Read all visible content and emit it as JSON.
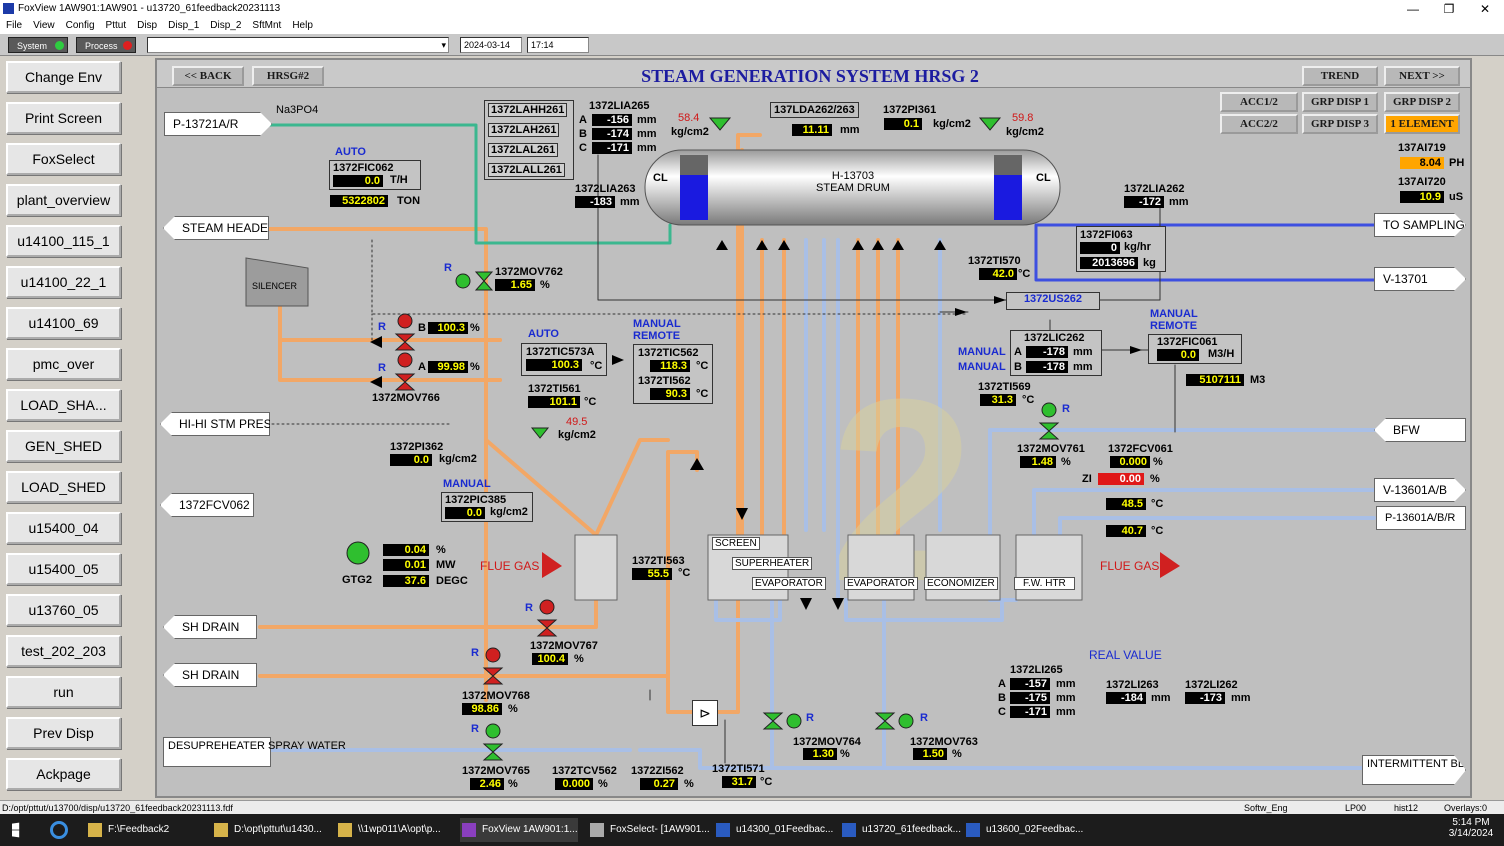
{
  "window": {
    "title": "FoxView 1AW901:1AW901  -  u13720_61feedback20231113",
    "min": "—",
    "max": "❐",
    "close": "✕"
  },
  "menu": [
    "File",
    "View",
    "Config",
    "Pttut",
    "Disp",
    "Disp_1",
    "Disp_2",
    "SftMnt",
    "Help"
  ],
  "toolbar": {
    "system": "System",
    "process": "Process",
    "date": "2024-03-14",
    "time": "17:14"
  },
  "nav": [
    "Change Env",
    "Print Screen",
    "FoxSelect",
    "plant_overview",
    "u14100_115_1",
    "u14100_22_1",
    "u14100_69",
    "pmc_over",
    "LOAD_SHA...",
    "GEN_SHED",
    "LOAD_SHED",
    "u15400_04",
    "u15400_05",
    "u13760_05",
    "test_202_203",
    "run",
    "Prev Disp",
    "Ackpage"
  ],
  "header": {
    "back": "<< BACK",
    "hrsg": "HRSG#2",
    "title": "STEAM GENERATION SYSTEM HRSG 2",
    "trend": "TREND",
    "next": "NEXT >>"
  },
  "grp": {
    "acc12": "ACC1/2",
    "acc22": "ACC2/2",
    "gd1": "GRP DISP 1",
    "gd2": "GRP DISP 2",
    "gd3": "GRP DISP 3",
    "elem": "1 ELEMENT"
  },
  "labels": {
    "p13721": "P-13721A/R",
    "na3po4": "Na3PO4",
    "steam_header": "STEAM HEADER",
    "silencer": "SILENCER",
    "hihi": "HI-HI STM PRESS",
    "fcv062": "1372FCV062",
    "sh_drain1": "SH DRAIN",
    "sh_drain2": "SH DRAIN",
    "desup": "DESUPREHEATER SPRAY WATER",
    "to_sampling": "TO SAMPLING",
    "v13701": "V-13701",
    "bfw": "BFW",
    "v13601": "V-13601A/B",
    "p13601": "P-13601A/B/R",
    "intermittent": "INTERMITTENT BLOW-DOWN",
    "drum": "H-13703\nSTEAM DRUM",
    "cl": "CL",
    "flue_gas": "FLUE GAS",
    "screen": "SCREEN",
    "superheater": "SUPERHEATER",
    "evaporator": "EVAPORATOR",
    "economizer": "ECONOMIZER",
    "fw_htr": "F.W. HTR",
    "real_value": "REAL VALUE",
    "gtg2": "GTG2"
  },
  "alarms": [
    "1372LAHH261",
    "1372LAH261",
    "1372LAL261",
    "1372LALL261"
  ],
  "tags": {
    "lia265": {
      "tag": "1372LIA265",
      "a": "-156",
      "b": "-174",
      "c": "-171",
      "unit": "mm"
    },
    "lda": {
      "tag": "137LDA262/263",
      "val": "11.11",
      "unit": "mm"
    },
    "pi361": {
      "tag": "1372PI361",
      "val": "0.1",
      "unit": "kg/cm2"
    },
    "p584": {
      "val": "58.4",
      "unit": "kg/cm2"
    },
    "p598": {
      "val": "59.8",
      "unit": "kg/cm2"
    },
    "ai719": {
      "tag": "137AI719",
      "val": "8.04",
      "unit": "PH"
    },
    "ai720": {
      "tag": "137AI720",
      "val": "10.9",
      "unit": "uS"
    },
    "fic062": {
      "mode": "AUTO",
      "tag": "1372FIC062",
      "val": "0.0",
      "unit": "T/H",
      "total": "5322802",
      "tunit": "TON"
    },
    "lia263": {
      "tag": "1372LIA263",
      "val": "-183",
      "unit": "mm"
    },
    "lia262": {
      "tag": "1372LIA262",
      "val": "-172",
      "unit": "mm"
    },
    "fi063": {
      "tag": "1372FI063",
      "val": "0",
      "unit": "kg/hr",
      "total": "2013696",
      "tunit": "kg"
    },
    "ti570": {
      "tag": "1372TI570",
      "val": "42.0",
      "unit": "°C"
    },
    "mov762": {
      "tag": "1372MOV762",
      "val": "1.65",
      "unit": "%",
      "r": "R"
    },
    "us262": {
      "tag": "1372US262"
    },
    "mov766": {
      "tag": "1372MOV766",
      "b": "100.3",
      "a": "99.98",
      "unit": "%"
    },
    "tic573": {
      "mode": "AUTO",
      "tag": "1372TIC573A",
      "val": "100.3",
      "unit": "°C"
    },
    "tic562": {
      "mode": "MANUAL\nREMOTE",
      "tag": "1372TIC562",
      "val": "118.3",
      "tag2": "1372TI562",
      "val2": "90.3",
      "unit": "°C"
    },
    "ti561": {
      "tag": "1372TI561",
      "val": "101.1",
      "unit": "°C"
    },
    "p495": {
      "val": "49.5",
      "unit": "kg/cm2"
    },
    "pi362": {
      "tag": "1372PI362",
      "val": "0.0",
      "unit": "kg/cm2"
    },
    "pic385": {
      "mode": "MANUAL",
      "tag": "1372PIC385",
      "val": "0.0",
      "unit": "kg/cm2"
    },
    "lic262": {
      "mode1": "MANUAL",
      "mode2": "MANUAL",
      "tag": "1372LIC262",
      "a": "-178",
      "b": "-178",
      "unit": "mm"
    },
    "fic061": {
      "mode": "MANUAL\nREMOTE",
      "tag": "1372FIC061",
      "val": "0.0",
      "unit": "M3/H",
      "total": "5107111",
      "tunit": "M3"
    },
    "ti569": {
      "tag": "1372TI569",
      "val": "31.3",
      "unit": "°C"
    },
    "mov761": {
      "tag": "1372MOV761",
      "val": "1.48",
      "unit": "%"
    },
    "fcv061": {
      "tag": "1372FCV061",
      "val": "0.000",
      "unit": "%",
      "zi": "ZI",
      "zival": "0.00"
    },
    "t485": {
      "val": "48.5",
      "unit": "°C"
    },
    "t407": {
      "val": "40.7",
      "unit": "°C"
    },
    "gtg": {
      "pct": "0.04",
      "mw": "0.01",
      "degc": "37.6",
      "u1": "%",
      "u2": "MW",
      "u3": "DEGC"
    },
    "ti563": {
      "tag": "1372TI563",
      "val": "55.5",
      "unit": "°C"
    },
    "mov767": {
      "tag": "1372MOV767",
      "val": "100.4",
      "unit": "%"
    },
    "mov768": {
      "tag": "1372MOV768",
      "val": "98.86",
      "unit": "%"
    },
    "mov765": {
      "tag": "1372MOV765",
      "val": "2.46",
      "unit": "%"
    },
    "tcv562": {
      "tag": "1372TCV562",
      "val": "0.000",
      "unit": "%"
    },
    "zi562": {
      "tag": "1372ZI562",
      "val": "0.27",
      "unit": "%"
    },
    "ti571": {
      "tag": "1372TI571",
      "val": "31.7",
      "unit": "°C"
    },
    "mov764": {
      "tag": "1372MOV764",
      "val": "1.30",
      "unit": "%"
    },
    "mov763": {
      "tag": "1372MOV763",
      "val": "1.50",
      "unit": "%"
    },
    "li265": {
      "tag": "1372LI265",
      "a": "-157",
      "b": "-175",
      "c": "-171",
      "unit": "mm"
    },
    "li263": {
      "tag": "1372LI263",
      "val": "-184",
      "unit": "mm"
    },
    "li262": {
      "tag": "1372LI262",
      "val": "-173",
      "unit": "mm"
    }
  },
  "status": {
    "path": "D:/opt/pttut/u13700/disp/u13720_61feedback20231113.fdf",
    "softw": "Softw_Eng",
    "lp": "LP00",
    "hist": "hist12",
    "overlays": "Overlays:0"
  },
  "taskbar": {
    "items": [
      "F:\\Feedback2",
      "D:\\opt\\pttut\\u1430...",
      "\\\\1wp011\\A\\opt\\p...",
      "FoxView 1AW901:1...",
      "FoxSelect- [1AW901...",
      "u14300_01Feedbac...",
      "u13720_61feedback...",
      "u13600_02Feedbac..."
    ],
    "time": "5:14 PM",
    "date": "3/14/2024"
  }
}
